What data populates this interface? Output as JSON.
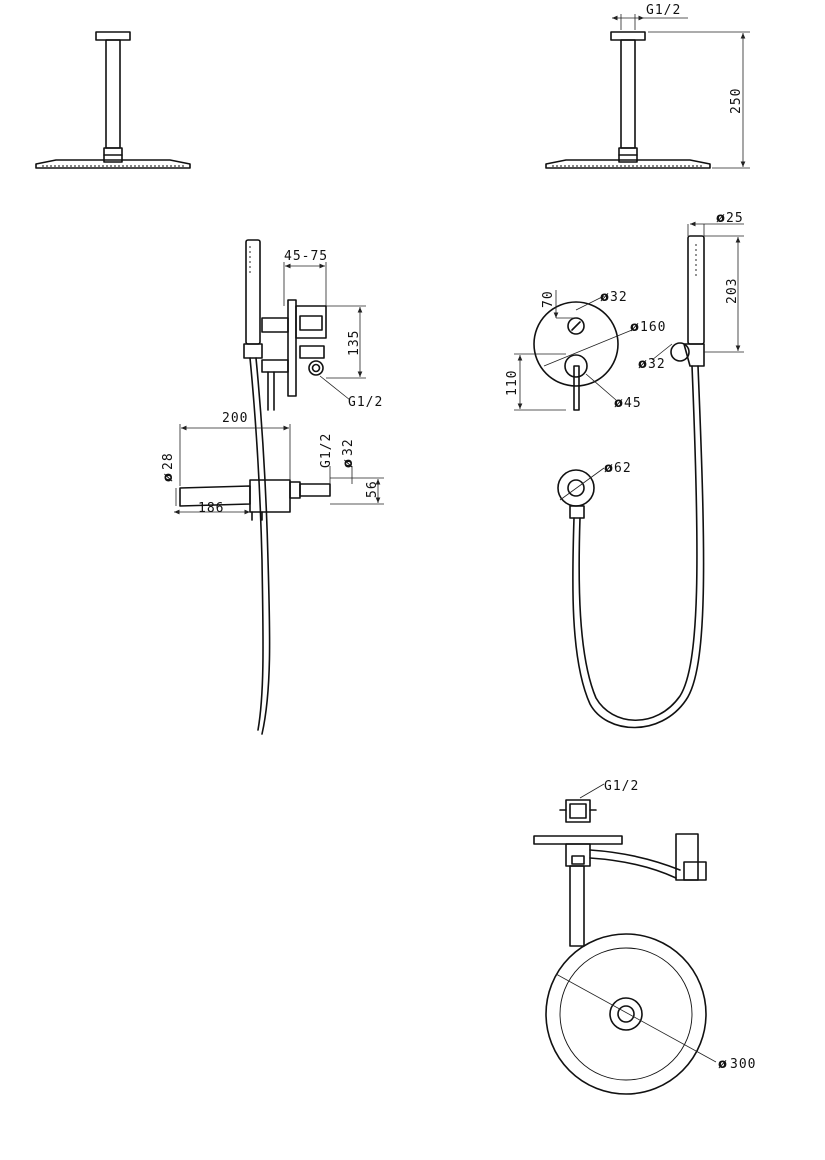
{
  "labels": {
    "g12_top": "G1/2",
    "h250": "250",
    "r4575": "45-75",
    "v135": "135",
    "g12_mid": "G1/2",
    "w200": "200",
    "g12_spout": "G1/2",
    "d32_spout": "32",
    "d28": "28",
    "w186": "186",
    "v56": "56",
    "d25": "25",
    "h203": "203",
    "v70": "70",
    "d32_handle": "32",
    "d160": "160",
    "d32_holder": "32",
    "v110": "110",
    "d45": "45",
    "d62": "62",
    "g12_bottom": "G1/2",
    "d300": "300"
  },
  "symbols": {
    "diameter": "ø"
  }
}
